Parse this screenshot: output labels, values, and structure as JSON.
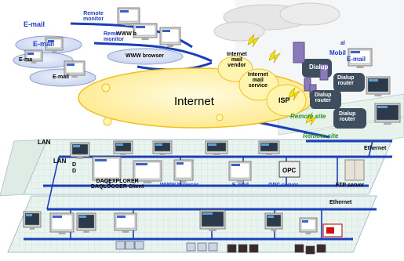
{
  "labels": {
    "email_top": "E-mail",
    "remote_monitor_top": "Remote\nmonitor",
    "www_b": "WWW b",
    "email_box": "E-mail",
    "remote_monitor_mid": "Remo\nmonitor",
    "email_small": "E-ma",
    "www_browser_top": "WWW browser",
    "email_bottom": "E-mail",
    "internet": "Internet",
    "internet_mail_vendor": "Internet\nmail\nvendor",
    "internet_mail_service": "Internet\nmail\nservice",
    "isp": "ISP",
    "mobile": "Mobil",
    "email_right": "E-mail",
    "dialup1": "Dialup",
    "dialup_router1": "Dialup\nrouter",
    "dialup_router2": "Dialup\nrouter",
    "dialup_router3": "Dialup\nrouter",
    "remote_site1": "Remote site",
    "remote_site2": "Remote site",
    "al": "al",
    "lan1": "LAN",
    "lan2": "LAN",
    "d1": "D",
    "d2": "D",
    "ethernet1": "Ethernet",
    "ethernet2": "Ethernet",
    "daqexplorer": "DAQEXPLORER\nDAQLOGGER Client",
    "www_browser_mid": "WWW browser",
    "email_mid": "E-mail",
    "opc_server": "OPC server",
    "ftp_server": "FTP server"
  },
  "colors": {
    "internet_fill": "#fff2a0",
    "internet_stroke": "#f0c020",
    "network_line": "#1a3fb8",
    "floor_fill": "#e8f4ef",
    "floor_grid": "#b9ccd8",
    "label_blue": "#1f3fbf",
    "label_green": "#2f8f2f",
    "cloud_fill": "#e6e6e6"
  }
}
